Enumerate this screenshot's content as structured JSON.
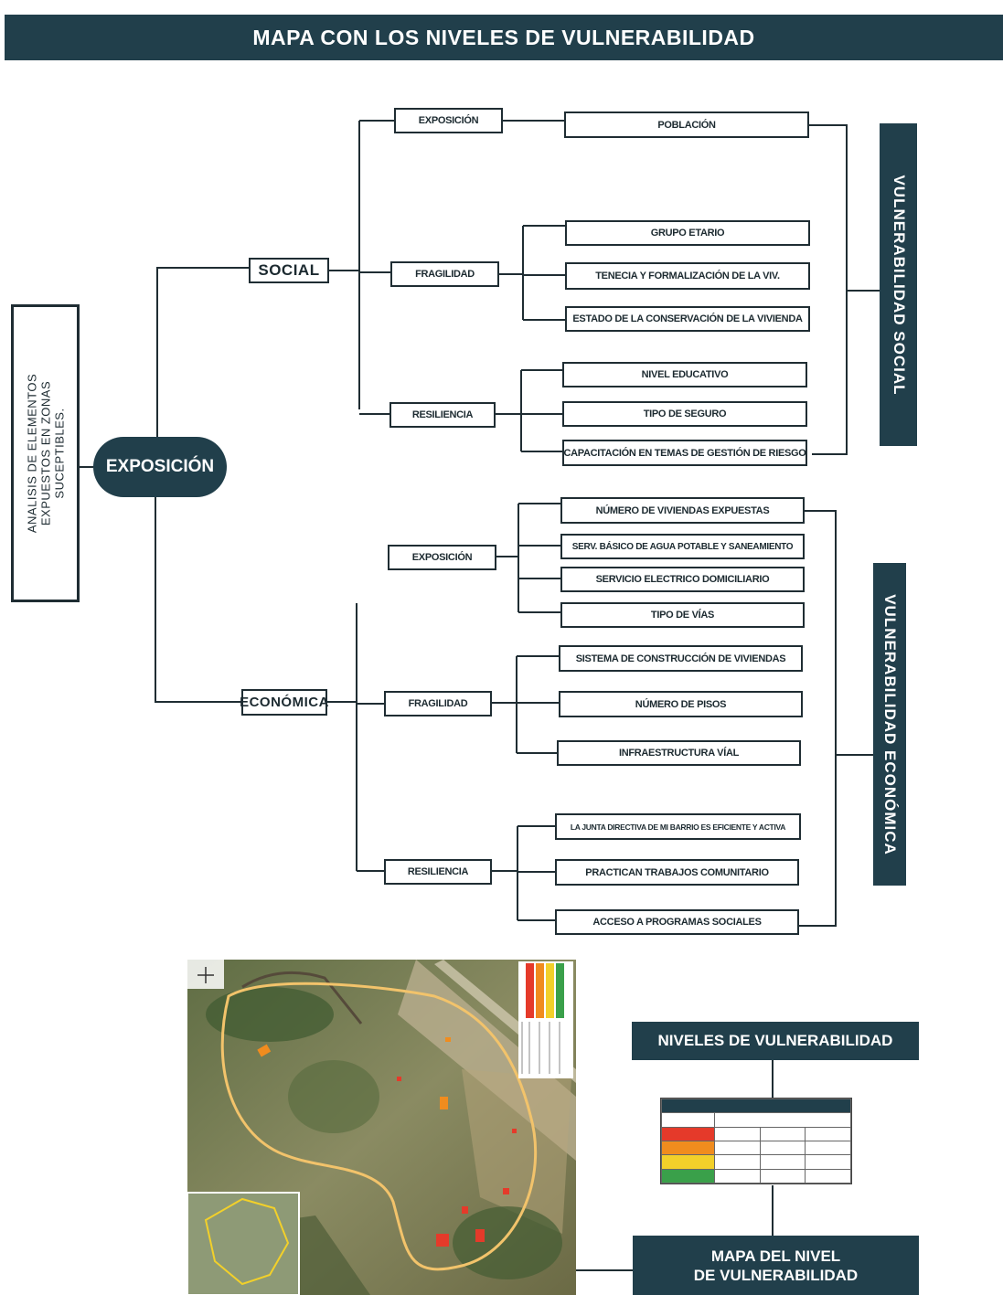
{
  "title": "MAPA CON LOS NIVELES DE VULNERABILIDAD",
  "left_note": [
    "ANALISIS DE ELEMENTOS",
    "EXPUESTOS EN ZONAS",
    "SUCEPTIBLES."
  ],
  "hub_label": "EXPOSICIÓN",
  "social": {
    "label": "SOCIAL",
    "exposicion": {
      "label": "EXPOSICIÓN",
      "items": [
        "POBLACIÓN"
      ]
    },
    "fragilidad": {
      "label": "FRAGILIDAD",
      "items": [
        "GRUPO ETARIO",
        "TENECIA Y FORMALIZACIÓN DE LA VIV.",
        "ESTADO DE LA CONSERVACIÓN DE LA VIVIENDA"
      ]
    },
    "resiliencia": {
      "label": "RESILIENCIA",
      "items": [
        "NIVEL EDUCATIVO",
        "TIPO DE SEGURO",
        "CAPACITACIÓN EN TEMAS DE GESTIÓN DE RIESGO"
      ]
    },
    "result": "VULNERABILIDAD SOCIAL"
  },
  "economica": {
    "label": "ECONÓMICA",
    "exposicion": {
      "label": "EXPOSICIÓN",
      "items": [
        "NÚMERO DE VIVIENDAS EXPUESTAS",
        "SERV. BÁSICO DE AGUA POTABLE Y SANEAMIENTO",
        "SERVICIO ELECTRICO DOMICILIARIO",
        "TIPO DE VÍAS"
      ]
    },
    "fragilidad": {
      "label": "FRAGILIDAD",
      "items": [
        "SISTEMA DE CONSTRUCCIÓN DE VIVIENDAS",
        "NÚMERO DE PISOS",
        "INFRAESTRUCTURA VÍAL"
      ]
    },
    "resiliencia": {
      "label": "RESILIENCIA",
      "items": [
        "LA JUNTA DIRECTIVA DE MI BARRIO ES EFICIENTE Y ACTIVA",
        "PRACTICAN TRABAJOS COMUNITARIO",
        "ACCESO A PROGRAMAS SOCIALES"
      ]
    },
    "result": "VULNERABILIDAD ECONÓMICA"
  },
  "niveles_title": "NIVELES DE VULNERABILIDAD",
  "mapa_title": [
    "MAPA DEL NIVEL",
    "DE VULNERABILIDAD"
  ],
  "level_colors": {
    "muy_alto": "#e53a2a",
    "alto": "#f08c1e",
    "medio": "#f2d02a",
    "bajo": "#3aa04a"
  },
  "map_legend_colors": [
    "#e53a2a",
    "#f08c1e",
    "#f2d02a",
    "#3aa04a"
  ],
  "accent": "#213f4b"
}
